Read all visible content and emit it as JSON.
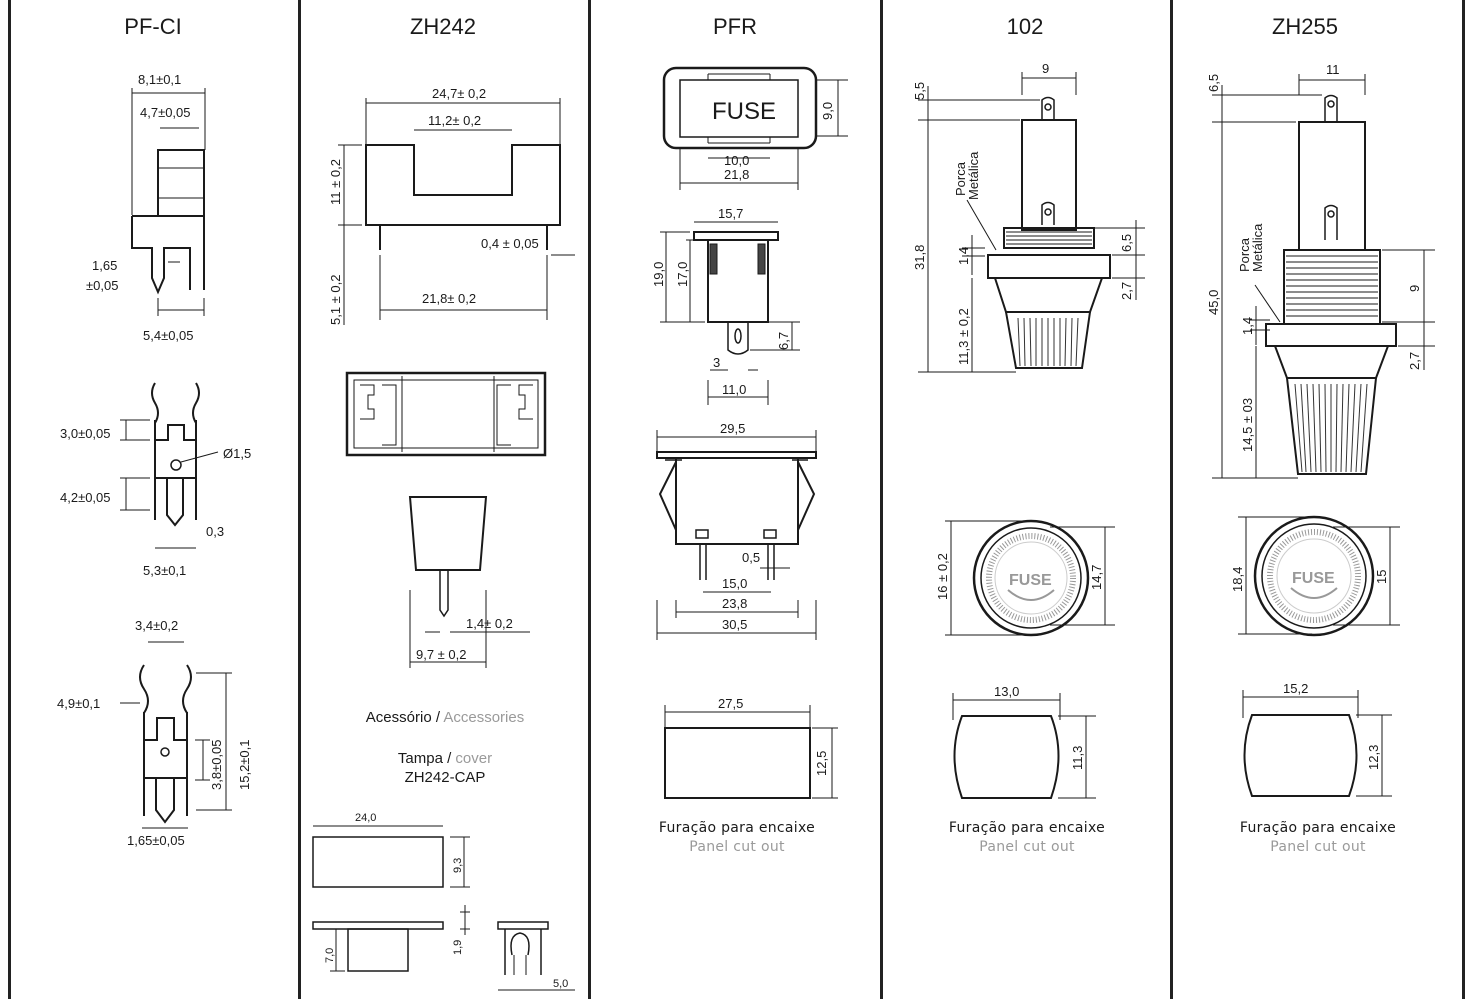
{
  "columns": [
    {
      "title": "PF-CI"
    },
    {
      "title": "ZH242"
    },
    {
      "title": "PFR"
    },
    {
      "title": "102"
    },
    {
      "title": "ZH255"
    }
  ],
  "pfci": {
    "d1": "8,1±0,1",
    "d2": "4,7±0,05",
    "d3a": "1,65",
    "d3b": "±0,05",
    "d4": "5,4±0,05",
    "e1": "3,0±0,05",
    "e2": "Ø1,5",
    "e3": "4,2±0,05",
    "e4": "0,3",
    "e5": "5,3±0,1",
    "f1": "3,4±0,2",
    "f2": "4,9±0,1",
    "f3": "3,8±0,05",
    "f4": "15,2±0,1",
    "f5": "1,65±0,05"
  },
  "zh242": {
    "d1": "24,7± 0,2",
    "d2": "11,2± 0,2",
    "d3": "11 ± 0,2",
    "d4": "0,4 ± 0,05",
    "d5": "5,1 ± 0,2",
    "d6": "21,8± 0,2",
    "c1": "1,4± 0,2",
    "c2": "9,7 ± 0,2",
    "acc_pt": "Acessório /",
    "acc_en": "Accessories",
    "cap_pt": "Tampa /",
    "cap_en": "cover",
    "cap_code": "ZH242-CAP",
    "t1": "24,0",
    "t2": "9,3",
    "t3": "7,0",
    "t4": "1,9",
    "t5": "5,0"
  },
  "pfr": {
    "fuse": "FUSE",
    "d1": "9,0",
    "d2": "10,0",
    "d3": "21,8",
    "e1": "15,7",
    "e2": "19,0",
    "e3": "17,0",
    "e4": "6,7",
    "e5": "3",
    "e6": "11,0",
    "f1": "29,5",
    "f2": "0,5",
    "f3": "15,0",
    "f4": "23,8",
    "f5": "30,5",
    "g1": "27,5",
    "g2": "12,5",
    "cut_pt": "Furação para encaixe",
    "cut_en": "Panel cut out"
  },
  "m102": {
    "d1": "9",
    "d2": "5,5",
    "d3": "Porca",
    "d4": "Metálica",
    "d5": "31,8",
    "d6": "6,5",
    "d7": "1,4",
    "d8": "2,7",
    "d9": "11,3 ± 0,2",
    "fuse": "FUSE",
    "e1": "16 ± 0,2",
    "e2": "14,7",
    "g1": "13,0",
    "g2": "11,3",
    "cut_pt": "Furação para encaixe",
    "cut_en": "Panel cut out"
  },
  "zh255": {
    "d1": "11",
    "d2": "6,5",
    "d3": "Porca",
    "d4": "Metálica",
    "d5": "45,0",
    "d6": "9",
    "d7": "1,4",
    "d8": "2,7",
    "d9": "14,5 ± 03",
    "fuse": "FUSE",
    "e1": "18,4",
    "e2": "15",
    "g1": "15,2",
    "g2": "12,3",
    "cut_pt": "Furação para encaixe",
    "cut_en": "Panel cut out"
  },
  "colors": {
    "line": "#1a1a1a",
    "grey": "#9a9a9a"
  }
}
